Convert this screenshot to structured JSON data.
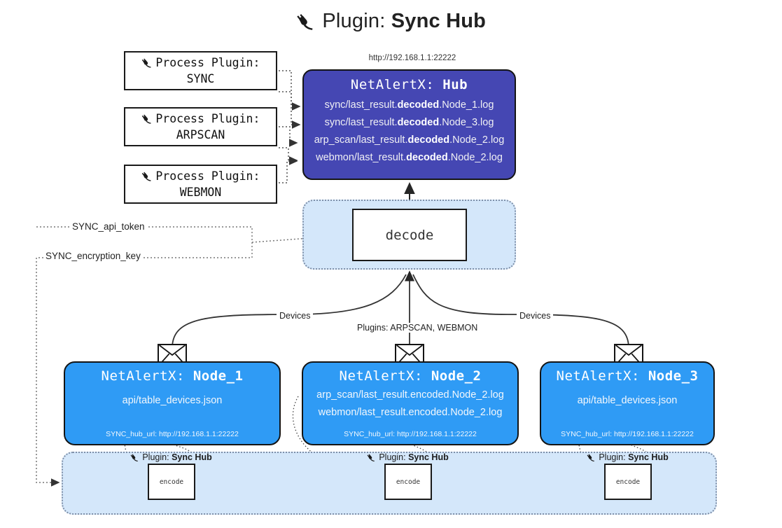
{
  "page": {
    "title_prefix": "Plugin:",
    "title_main": "Sync Hub",
    "plug_icon": "🔌",
    "hub_url": "http://192.168.1.1:22222"
  },
  "process_plugins": [
    {
      "line1": "Process Plugin:",
      "line2": "SYNC"
    },
    {
      "line1": "Process Plugin:",
      "line2": "ARPSCAN"
    },
    {
      "line1": "Process Plugin:",
      "line2": "WEBMON"
    }
  ],
  "hub": {
    "label_prefix": "NetAlertX:",
    "label_name": "Hub",
    "logs": [
      {
        "pre": "sync/last_result.",
        "em": "decoded",
        "post": ".Node_1.log"
      },
      {
        "pre": "sync/last_result.",
        "em": "decoded",
        "post": ".Node_3.log"
      },
      {
        "pre": "arp_scan/last_result.",
        "em": "decoded",
        "post": ".Node_2.log"
      },
      {
        "pre": "webmon/last_result.",
        "em": "decoded",
        "post": ".Node_2.log"
      }
    ]
  },
  "decode": {
    "label": "decode"
  },
  "tokens": {
    "api_token": "SYNC_api_token",
    "encryption_key": "SYNC_encryption_key"
  },
  "edge_labels": {
    "devices_left": "Devices",
    "devices_right": "Devices",
    "plugins_center": "Plugins: ARPSCAN, WEBMON"
  },
  "nodes": [
    {
      "id": "node1",
      "label_prefix": "NetAlertX:",
      "label_name": "Node_1",
      "lines": [
        "api/table_devices.json"
      ],
      "footer": "SYNC_hub_url: http://192.168.1.1:22222"
    },
    {
      "id": "node2",
      "label_prefix": "NetAlertX:",
      "label_name": "Node_2",
      "lines": [
        "arp_scan/last_result.encoded.Node_2.log",
        "webmon/last_result.encoded.Node_2.log"
      ],
      "footer": "SYNC_hub_url: http://192.168.1.1:22222"
    },
    {
      "id": "node3",
      "label_prefix": "NetAlertX:",
      "label_name": "Node_3",
      "lines": [
        "api/table_devices.json"
      ],
      "footer": "SYNC_hub_url: http://192.168.1.1:22222"
    }
  ],
  "encode_units": [
    {
      "caption_prefix": "Plugin:",
      "caption_name": "Sync Hub",
      "box_label": "encode"
    },
    {
      "caption_prefix": "Plugin:",
      "caption_name": "Sync Hub",
      "box_label": "encode"
    },
    {
      "caption_prefix": "Plugin:",
      "caption_name": "Sync Hub",
      "box_label": "encode"
    }
  ],
  "colors": {
    "hub_fill": "#4547b3",
    "node_fill": "#2f9bf5",
    "container_fill": "#d4e7fa",
    "stroke": "#141414"
  }
}
